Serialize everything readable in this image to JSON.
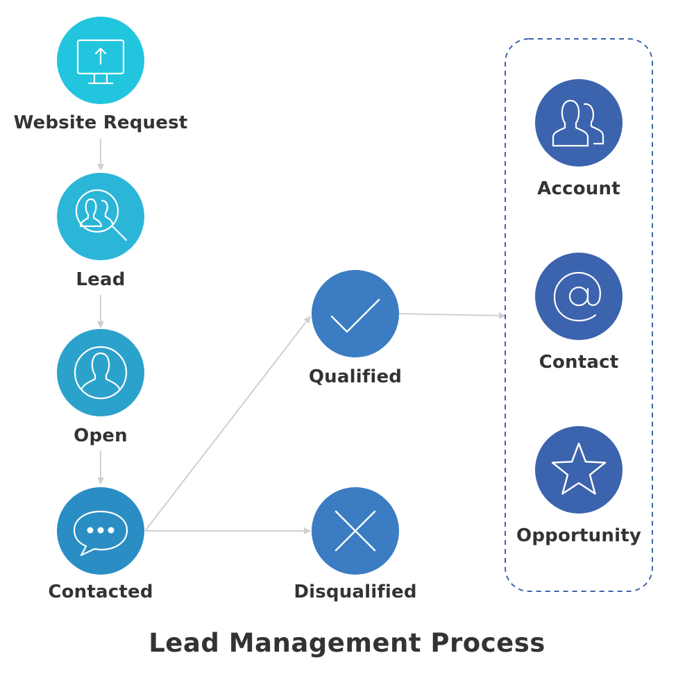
{
  "title": "Lead Management Process",
  "colors": {
    "cyan": "#22c5de",
    "teal": "#2ba2cb",
    "blue": "#3b7cc2",
    "navy": "#3c63ad",
    "connector": "#cfcfcf",
    "group_border": "#3c63ad",
    "text": "#333333"
  },
  "nodes": {
    "website_request": {
      "label": "Website Request",
      "icon": "monitor-upload-icon"
    },
    "lead": {
      "label": "Lead",
      "icon": "search-people-icon"
    },
    "open": {
      "label": "Open",
      "icon": "person-circle-icon"
    },
    "contacted": {
      "label": "Contacted",
      "icon": "chat-bubble-icon"
    },
    "qualified": {
      "label": "Qualified",
      "icon": "checkmark-icon"
    },
    "disqualified": {
      "label": "Disqualified",
      "icon": "x-icon"
    },
    "account": {
      "label": "Account",
      "icon": "people-icon"
    },
    "contact": {
      "label": "Contact",
      "icon": "at-sign-icon"
    },
    "opportunity": {
      "label": "Opportunity",
      "icon": "star-icon"
    }
  },
  "edges": [
    {
      "from": "website_request",
      "to": "lead"
    },
    {
      "from": "lead",
      "to": "open"
    },
    {
      "from": "open",
      "to": "contacted"
    },
    {
      "from": "contacted",
      "to": "qualified"
    },
    {
      "from": "contacted",
      "to": "disqualified"
    },
    {
      "from": "qualified",
      "to": "conversion_group"
    }
  ]
}
